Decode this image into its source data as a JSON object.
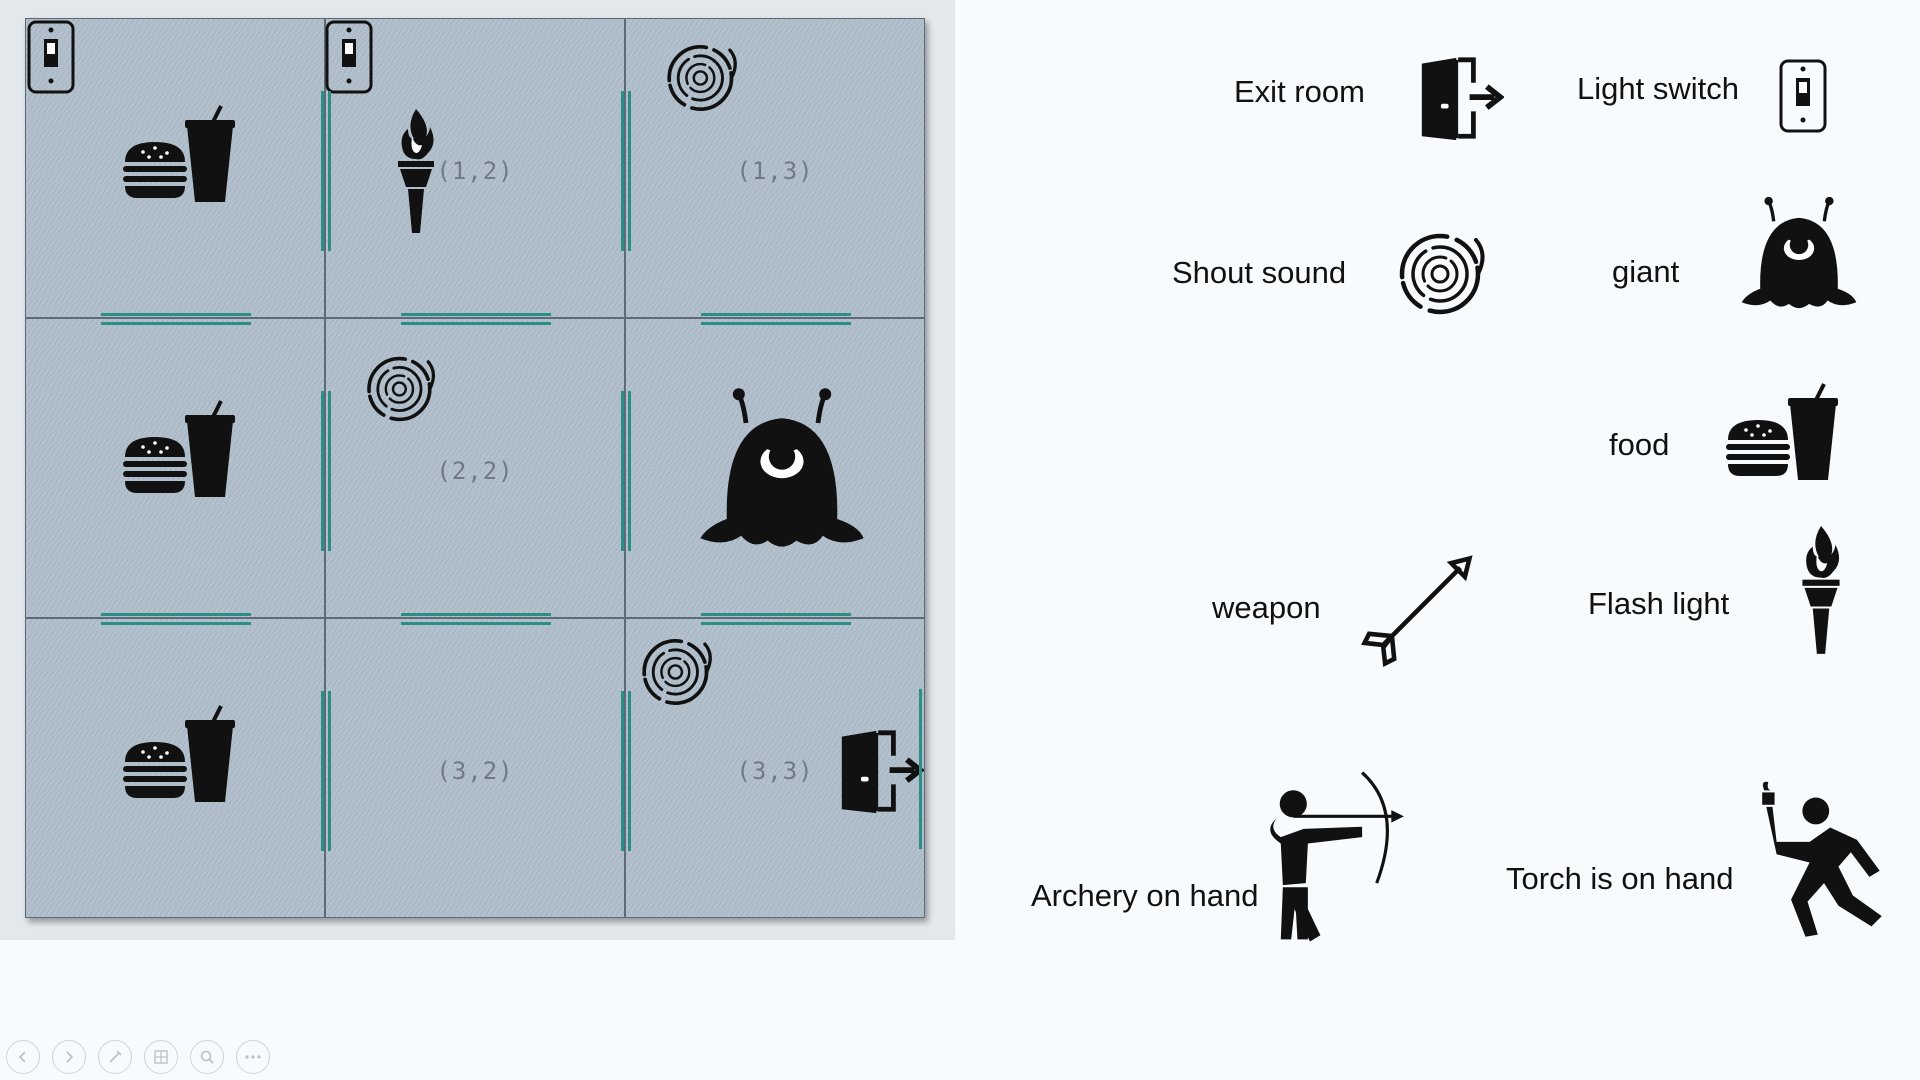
{
  "board": {
    "cells": [
      {
        "id": "1-1",
        "coord": "",
        "items": [
          "food"
        ]
      },
      {
        "id": "1-2",
        "coord": "(1,2)",
        "items": [
          "torch"
        ]
      },
      {
        "id": "1-3",
        "coord": "(1,3)",
        "items": [
          "shout"
        ]
      },
      {
        "id": "2-1",
        "coord": "",
        "items": [
          "food"
        ]
      },
      {
        "id": "2-2",
        "coord": "(2,2)",
        "items": [
          "shout"
        ]
      },
      {
        "id": "2-3",
        "coord": "",
        "items": [
          "giant"
        ]
      },
      {
        "id": "3-1",
        "coord": "",
        "items": [
          "food"
        ]
      },
      {
        "id": "3-2",
        "coord": "(3,2)",
        "items": []
      },
      {
        "id": "3-3",
        "coord": "(3,3)",
        "items": [
          "shout",
          "exit"
        ]
      }
    ]
  },
  "legend": {
    "exit_room": "Exit room",
    "light_switch": "Light switch",
    "shout_sound": "Shout sound",
    "giant": "giant",
    "food": "food",
    "weapon": "weapon",
    "flash_light": "Flash light",
    "archery": "Archery on hand",
    "torch_hand": "Torch is on hand"
  },
  "colors": {
    "wall": "#2c8f86",
    "board_bg": "#b0bfcb",
    "icon": "#111111",
    "page_bg": "#f7fbfd"
  },
  "toolbar": {
    "buttons": [
      "previous-icon",
      "next-icon",
      "pen-icon",
      "slides-icon",
      "zoom-icon",
      "more-icon"
    ]
  }
}
